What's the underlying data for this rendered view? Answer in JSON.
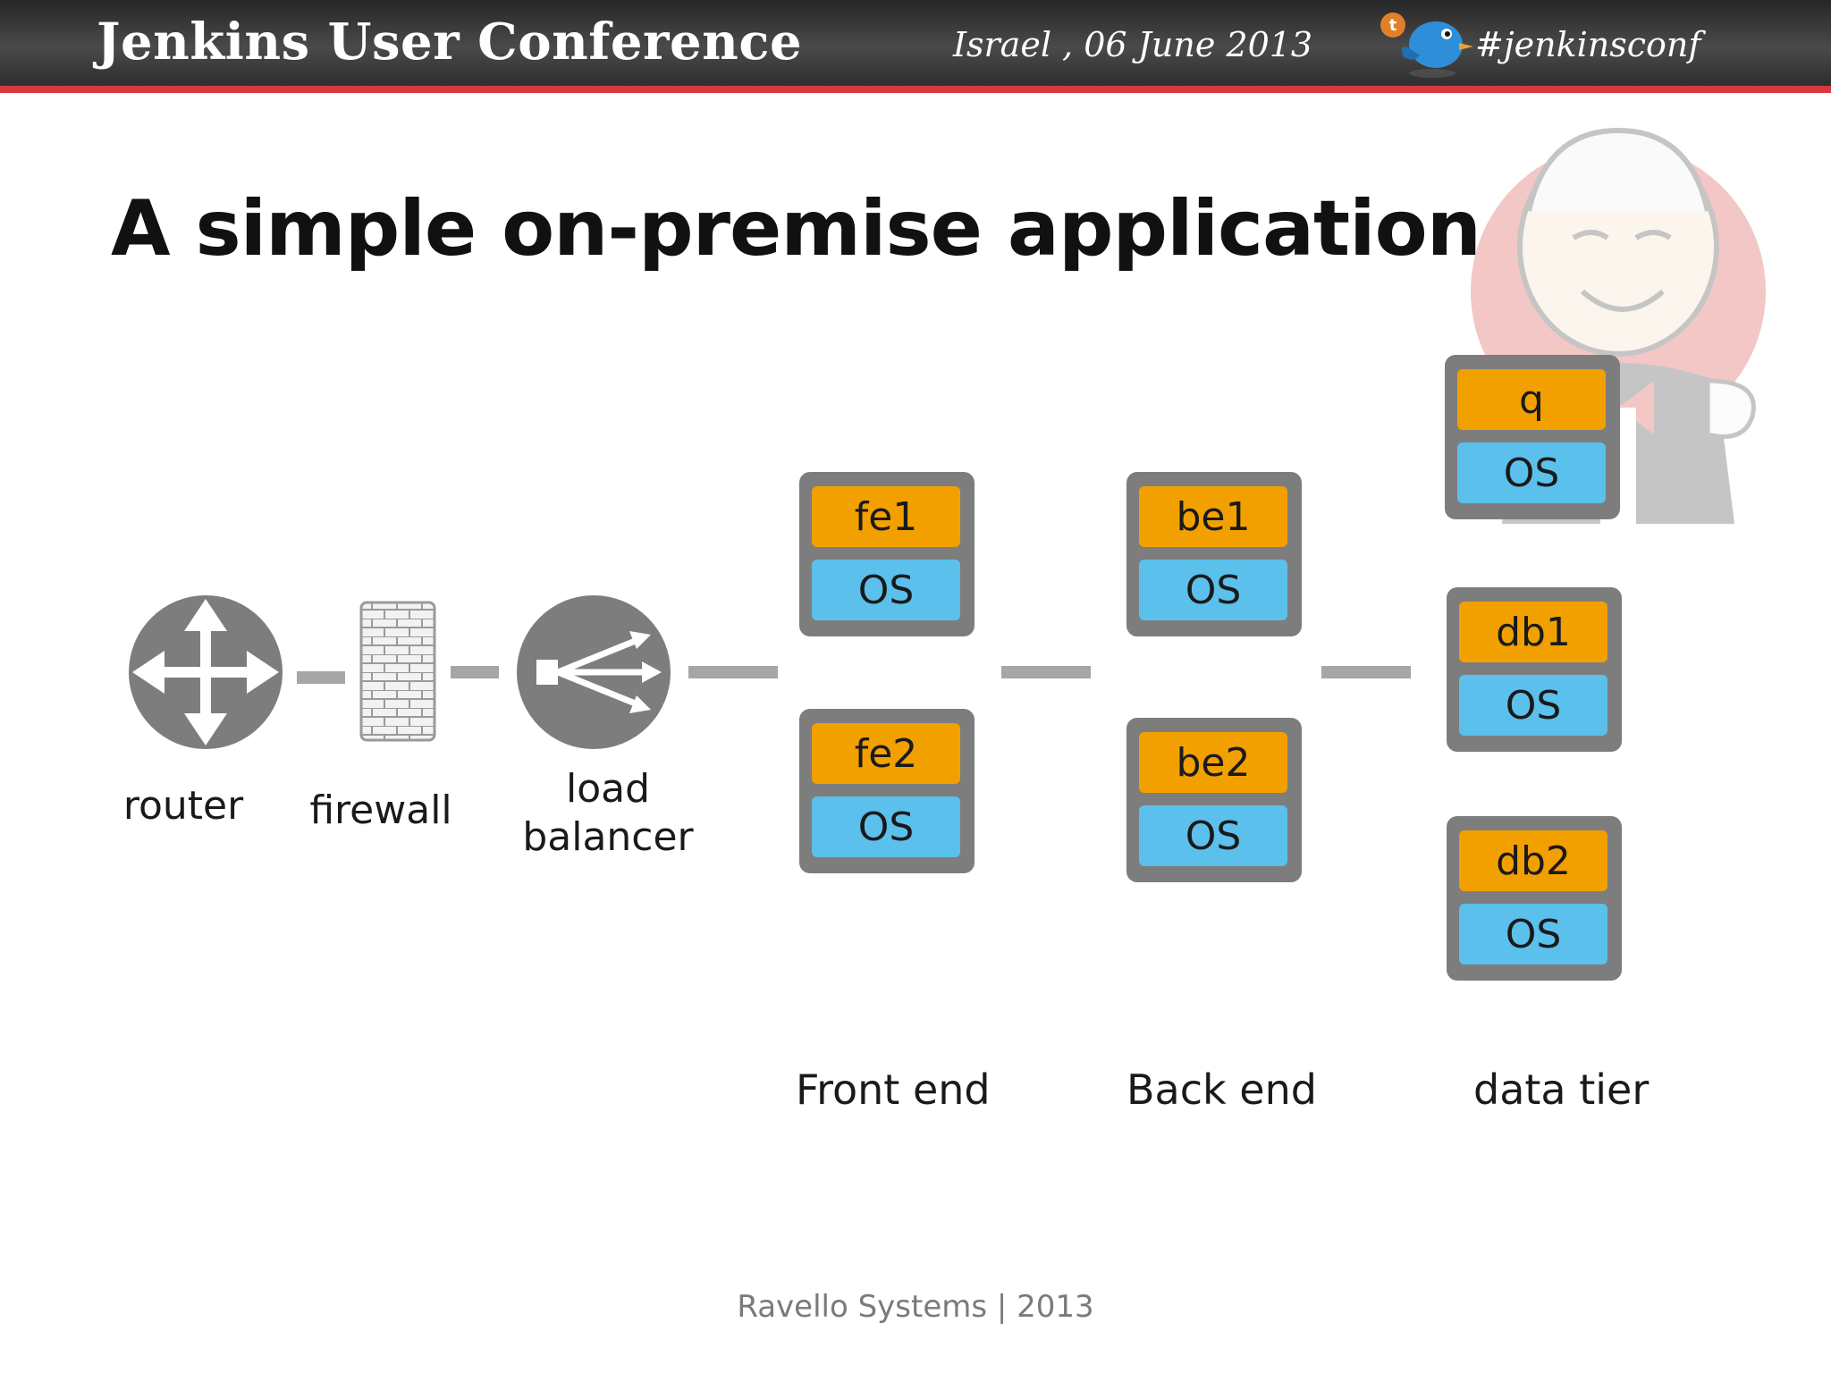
{
  "header": {
    "title": "Jenkins User Conference",
    "date": "Israel ,  06 June  2013",
    "hashtag": "#jenkinsconf"
  },
  "slide": {
    "title": "A simple on-premise application"
  },
  "network": {
    "router": "router",
    "firewall": "firewall",
    "load_balancer_line1": "load",
    "load_balancer_line2": "balancer"
  },
  "servers": {
    "fe1": {
      "app": "fe1",
      "os": "OS"
    },
    "fe2": {
      "app": "fe2",
      "os": "OS"
    },
    "be1": {
      "app": "be1",
      "os": "OS"
    },
    "be2": {
      "app": "be2",
      "os": "OS"
    },
    "q": {
      "app": "q",
      "os": "OS"
    },
    "db1": {
      "app": "db1",
      "os": "OS"
    },
    "db2": {
      "app": "db2",
      "os": "OS"
    }
  },
  "tiers": {
    "front": "Front end",
    "back": "Back end",
    "data": "data tier"
  },
  "footer": "Ravello Systems |  2013",
  "colors": {
    "header_accent": "#d8393c",
    "app_layer": "#f2a000",
    "os_layer": "#5bc0ec",
    "server_frame": "#7d7d7d",
    "icon_gray": "#7d7d7d"
  }
}
